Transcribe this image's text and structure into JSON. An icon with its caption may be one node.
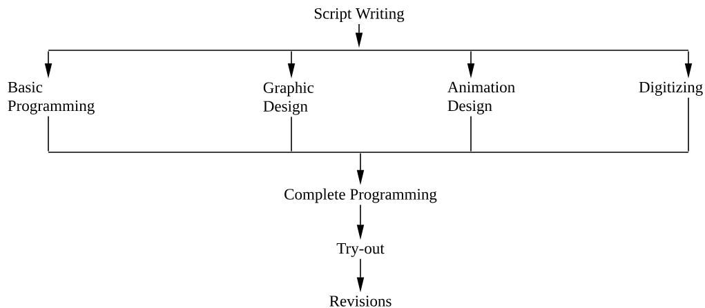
{
  "diagram": {
    "nodes": [
      {
        "text": [
          "Script Writing"
        ]
      },
      {
        "text": [],
        "shape": "bar"
      },
      {
        "text": [
          "Basic Programming"
        ]
      },
      {
        "text": [
          "Graphic Design"
        ]
      },
      {
        "text": [
          "Animation Design"
        ]
      },
      {
        "text": [
          "Digitizing"
        ]
      },
      {
        "text": [],
        "shape": "bar"
      },
      {
        "text": [
          "Complete Programming"
        ]
      },
      {
        "text": [
          "Try-out"
        ]
      },
      {
        "text": [
          "Revisions"
        ]
      }
    ],
    "edges": [
      {
        "from": 0,
        "to": 1,
        "arrow": "to"
      },
      {
        "from": 1,
        "to": 2,
        "arrow": "to"
      },
      {
        "from": 1,
        "to": 3,
        "arrow": "to"
      },
      {
        "from": 1,
        "to": 4,
        "arrow": "to"
      },
      {
        "from": 1,
        "to": 5,
        "arrow": "to"
      },
      {
        "from": 2,
        "to": 6,
        "arrow": "none"
      },
      {
        "from": 3,
        "to": 6,
        "arrow": "none"
      },
      {
        "from": 4,
        "to": 6,
        "arrow": "none"
      },
      {
        "from": 5,
        "to": 6,
        "arrow": "none"
      },
      {
        "from": 6,
        "to": 7,
        "arrow": "to"
      },
      {
        "from": 7,
        "to": 8,
        "arrow": "to"
      },
      {
        "from": 8,
        "to": 9,
        "arrow": "to"
      }
    ]
  }
}
